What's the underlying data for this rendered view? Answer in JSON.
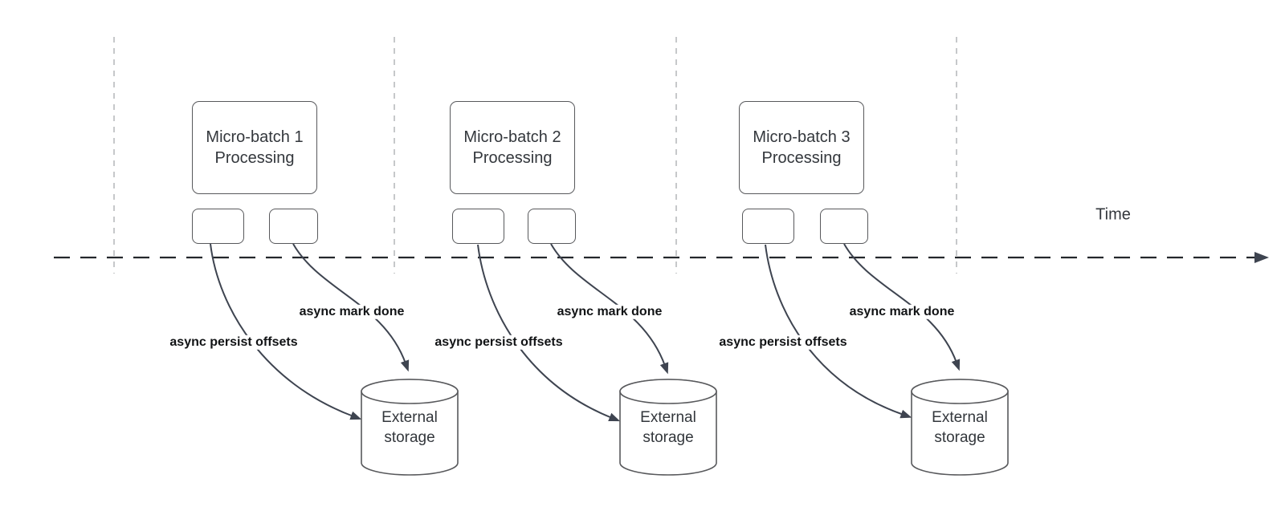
{
  "diagram": {
    "time_label": "Time",
    "groups": [
      {
        "title": "Micro-batch 1 Processing",
        "persist_label": "async persist offsets",
        "done_label": "async mark done",
        "storage_label": "External storage"
      },
      {
        "title": "Micro-batch 2 Processing",
        "persist_label": "async persist offsets",
        "done_label": "async mark done",
        "storage_label": "External storage"
      },
      {
        "title": "Micro-batch 3 Processing",
        "persist_label": "async persist offsets",
        "done_label": "async mark done",
        "storage_label": "External storage"
      }
    ],
    "colors": {
      "timeline": "#24272c",
      "guide": "#b4b6b8",
      "shape_stroke": "#58595c",
      "arrow": "#3e4450",
      "label_text": "#111315",
      "box_text": "#33373c",
      "background": "#ffffff"
    }
  }
}
